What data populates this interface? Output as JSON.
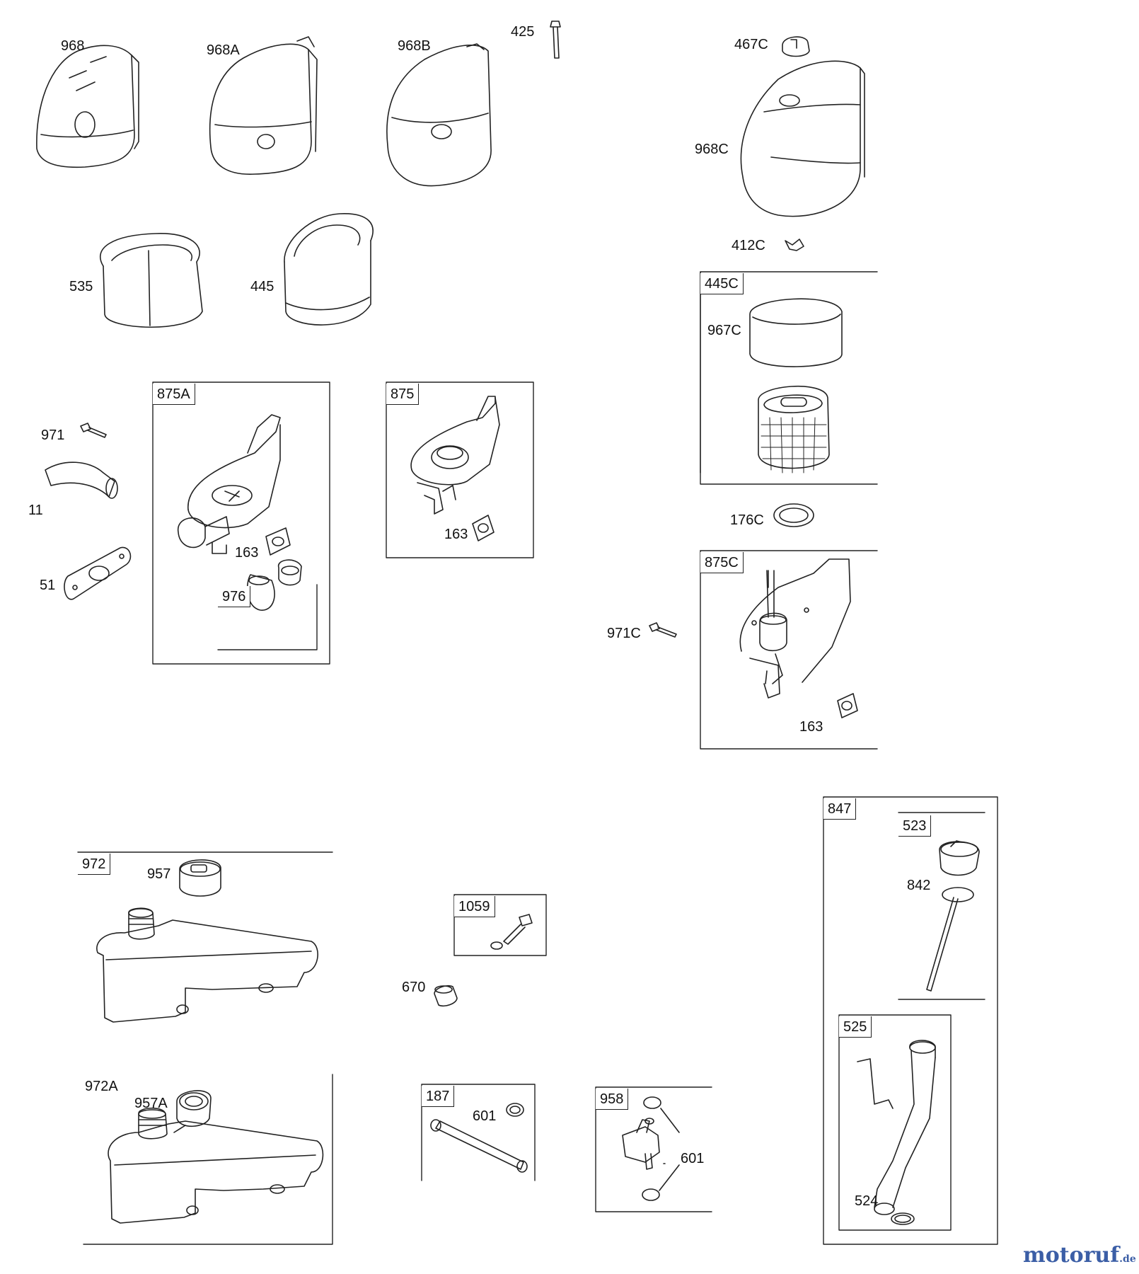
{
  "labels": {
    "p968": "968",
    "p968A": "968A",
    "p968B": "968B",
    "p425": "425",
    "p467C": "467C",
    "p968C": "968C",
    "p412C": "412C",
    "p535": "535",
    "p445": "445",
    "p445C": "445C",
    "p967C": "967C",
    "p875A": "875A",
    "p875": "875",
    "p971": "971",
    "p11": "11",
    "p51": "51",
    "p163a": "163",
    "p163b": "163",
    "p163c": "163",
    "p976": "976",
    "p176C": "176C",
    "p875C": "875C",
    "p971C": "971C",
    "p847": "847",
    "p523": "523",
    "p842": "842",
    "p525": "525",
    "p524": "524",
    "p972": "972",
    "p957": "957",
    "p972A": "972A",
    "p957A": "957A",
    "p1059": "1059",
    "p670": "670",
    "p187": "187",
    "p601a": "601",
    "p958": "958",
    "p601b": "601"
  },
  "brand": {
    "name": "motoruf",
    "tld": ".de"
  },
  "colors": {
    "line": "#222222",
    "brand": "#3b5ea6"
  }
}
